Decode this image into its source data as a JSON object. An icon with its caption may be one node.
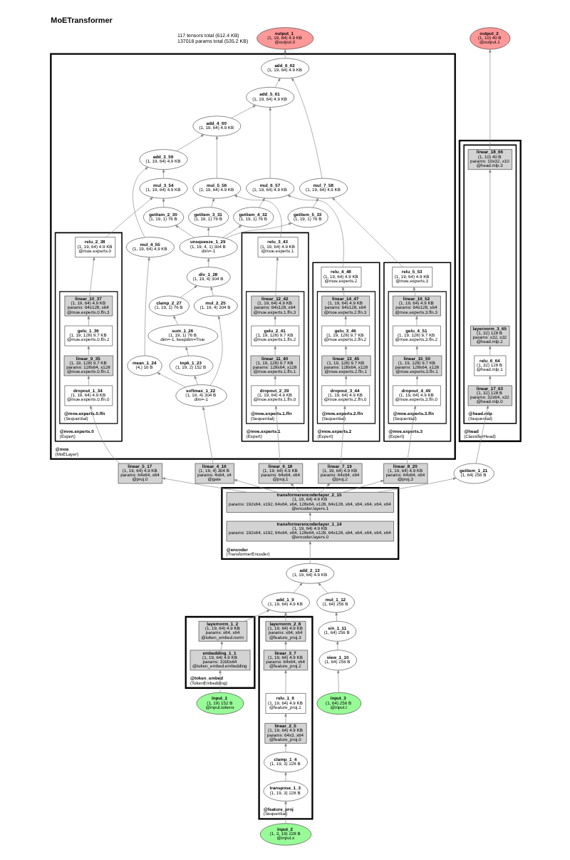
{
  "diagram": {
    "title": "MoETransformer",
    "nodes": [
      {
        "text": [
          "output_2",
          "(1, 10) 40 B",
          "@output.1"
        ]
      },
      {
        "text": [
          "output_1",
          "(1, 19, 64) 4.9 KB",
          "@output.0"
        ]
      },
      {
        "text": [
          "@moe",
          "(MoELayer)"
        ]
      },
      {
        "text": [
          "add_6_62",
          "(1, 19, 64) 4.9 KB"
        ],
        "in": 2
      },
      {
        "text": [
          "add_5_61",
          "(1, 19, 64) 4.9 KB"
        ],
        "in": 2
      },
      {
        "text": [
          "add_4_60",
          "(1, 19, 64) 4.9 KB"
        ],
        "in": 2
      },
      {
        "text": [
          "add_3_59",
          "(1, 19, 64) 4.9 KB"
        ],
        "in": 2
      },
      {
        "text": [
          "mul_3_54",
          "(1, 19, 64) 4.9 KB"
        ],
        "in": 2
      },
      {
        "text": [
          "mul_4_55",
          "(1, 19, 64) 4.9 KB"
        ],
        "in": 2
      },
      {
        "text": [
          "mul_5_56",
          "(1, 19, 64) 4.9 KB"
        ],
        "in": 2
      },
      {
        "text": [
          "mul_6_57",
          "(1, 19, 64) 4.9 KB"
        ],
        "in": 2
      },
      {
        "text": [
          "mul_7_58",
          "(1, 19, 64) 4.9 KB"
        ],
        "in": 2
      },
      {
        "text": [
          "getitem_2_30",
          "(1, 19, 1) 76 B"
        ],
        "in": 2
      },
      {
        "text": [
          "getitem_3_31",
          "(1, 19, 1) 76 B"
        ],
        "in": 2
      },
      {
        "text": [
          "getitem_4_32",
          "(1, 19, 1) 76 B"
        ],
        "in": 2
      },
      {
        "text": [
          "getitem_5_33",
          "(1, 19, 1) 76 B"
        ],
        "in": 2
      },
      {
        "text": [
          "@moe.experts.0",
          "(Expert)"
        ],
        "in": 2
      },
      {
        "text": [
          "relu_2_38",
          "(1, 19, 64) 4.9 KB",
          "@moe.experts.0"
        ],
        "in": 16
      },
      {
        "text": [
          "@moe.experts.0.ffn",
          "(Sequential)"
        ],
        "in": 16
      },
      {
        "text": [
          "linear_10_37",
          "(1, 19, 64) 4.9 KB",
          "params: 64x128, x64",
          "@moe.experts.0.ffn.3"
        ],
        "in": 18
      },
      {
        "text": [
          "gelu_1_36",
          "(1, 19, 128) 9.7 KB",
          "@moe.experts.0.ffn.2"
        ],
        "in": 18
      },
      {
        "text": [
          "linear_9_35",
          "(1, 19, 128) 9.7 KB",
          "params: 128x64, x128",
          "@moe.experts.0.ffn.1"
        ],
        "in": 18
      },
      {
        "text": [
          "dropout_1_34",
          "(1, 19, 64) 4.9 KB",
          "@moe.experts.0.ffn.0"
        ],
        "in": 18
      },
      {
        "text": [
          "@moe.experts.1",
          "(Expert)"
        ],
        "in": 2
      },
      {
        "text": [
          "relu_3_43",
          "(1, 19, 64) 4.9 KB",
          "@moe.experts.1"
        ],
        "in": 23
      },
      {
        "text": [
          "@moe.experts.1.ffn",
          "(Sequential)"
        ],
        "in": 23
      },
      {
        "text": [
          "linear_12_42",
          "(1, 19, 64) 4.9 KB",
          "params: 64x128, x64",
          "@moe.experts.1.ffn.3"
        ],
        "in": 25
      },
      {
        "text": [
          "gelu_2_41",
          "(1, 19, 128) 9.7 KB",
          "@moe.experts.1.ffn.2"
        ],
        "in": 25
      },
      {
        "text": [
          "linear_11_40",
          "(1, 19, 128) 9.7 KB",
          "params: 128x64, x128",
          "@moe.experts.1.ffn.1"
        ],
        "in": 25
      },
      {
        "text": [
          "dropout_2_39",
          "(1, 19, 64) 4.9 KB",
          "@moe.experts.1.ffn.0"
        ],
        "in": 25
      },
      {
        "text": [
          "@moe.experts.2",
          "(Expert)"
        ],
        "in": 2
      },
      {
        "text": [
          "relu_4_48",
          "(1, 19, 64) 4.9 KB",
          "@moe.experts.2"
        ],
        "in": 30
      },
      {
        "text": [
          "@moe.experts.2.ffn",
          "(Sequential)"
        ],
        "in": 30
      },
      {
        "text": [
          "linear_14_47",
          "(1, 19, 64) 4.9 KB",
          "params: 64x128, x64",
          "@moe.experts.2.ffn.3"
        ],
        "in": 32
      },
      {
        "text": [
          "gelu_3_46",
          "(1, 19, 128) 9.7 KB",
          "@moe.experts.2.ffn.2"
        ],
        "in": 32
      },
      {
        "text": [
          "linear_13_45",
          "(1, 19, 128) 9.7 KB",
          "params: 128x64, x128",
          "@moe.experts.2.ffn.1"
        ],
        "in": 32
      },
      {
        "text": [
          "dropout_3_44",
          "(1, 19, 64) 4.9 KB",
          "@moe.experts.2.ffn.0"
        ],
        "in": 32
      },
      {
        "text": [
          "@moe.experts.3",
          "(Expert)"
        ],
        "in": 2
      },
      {
        "text": [
          "relu_5_53",
          "(1, 19, 64) 4.9 KB",
          "@moe.experts.3"
        ],
        "in": 37
      },
      {
        "text": [
          "@moe.experts.3.ffn",
          "(Sequential)"
        ],
        "in": 37
      },
      {
        "text": [
          "linear_16_52",
          "(1, 19, 64) 4.9 KB",
          "params: 64x128, x64",
          "@moe.experts.3.ffn.3"
        ],
        "in": 39
      },
      {
        "text": [
          "gelu_4_51",
          "(1, 19, 128) 9.7 KB",
          "@moe.experts.3.ffn.2"
        ],
        "in": 39
      },
      {
        "text": [
          "linear_15_50",
          "(1, 19, 128) 9.7 KB",
          "params: 128x64, x128",
          "@moe.experts.3.ffn.1"
        ],
        "in": 39
      },
      {
        "text": [
          "dropout_4_49",
          "(1, 19, 64) 4.9 KB",
          "@moe.experts.3.ffn.0"
        ],
        "in": 39
      },
      {
        "text": [
          "unsqueeze_1_29",
          "(1, 19, 4, 1) 304 B",
          "dim=-1"
        ],
        "in": 2
      },
      {
        "text": [
          "div_1_28",
          "(1, 19, 4) 304 B"
        ],
        "in": 2
      },
      {
        "text": [
          "clamp_2_27",
          "(1, 19, 1) 76 B"
        ],
        "in": 2
      },
      {
        "text": [
          "sum_1_26",
          "(1, 19, 1) 76 B",
          "dim=-1, keepdim=True"
        ],
        "in": 2
      },
      {
        "text": [
          "mul_2_25",
          "(1, 19, 4) 304 B"
        ],
        "in": 2
      },
      {
        "text": [
          "topk_1_23",
          "(1, 19, 2) 152 B"
        ],
        "in": 2
      },
      {
        "text": [
          "mean_1_24",
          "(4,) 16 B"
        ],
        "in": 2
      },
      {
        "text": [
          "softmax_1_22",
          "(1, 19, 4) 304 B",
          "dim=-1"
        ],
        "in": 2
      },
      {
        "text": [
          "@head",
          "(ClassifierHead)"
        ]
      },
      {
        "text": [
          "@head.mlp",
          "(Sequential)"
        ],
        "in": 52
      },
      {
        "text": [
          "linear_18_66",
          "(1, 10) 40 B",
          "params: 10x32, x10",
          "@head.mlp.3"
        ],
        "in": 53
      },
      {
        "text": [
          "layernorm_3_65",
          "(1, 32) 128 B",
          "params: x32, x32",
          "@head.mlp.2"
        ],
        "in": 53
      },
      {
        "text": [
          "relu_6_64",
          "(1, 32) 128 B",
          "@head.mlp.1"
        ],
        "in": 53
      },
      {
        "text": [
          "linear_17_63",
          "(1, 32) 128 B",
          "params: 32x64, x32",
          "@head.mlp.0"
        ],
        "in": 53
      },
      {
        "text": [
          "linear_4_16",
          "(1, 19, 4) 304 B",
          "params: 4x64, x4",
          "@gate"
        ]
      },
      {
        "text": [
          "linear_5_17",
          "(1, 19, 64) 4.9 KB",
          "params: 64x64, x64",
          "@proj.0"
        ]
      },
      {
        "text": [
          "linear_6_18",
          "(1, 19, 64) 4.9 KB",
          "params: 64x64, x64",
          "@proj.1"
        ]
      },
      {
        "text": [
          "linear_7_19",
          "(1, 19, 64) 4.9 KB",
          "params: 64x64, x64",
          "@proj.2"
        ]
      },
      {
        "text": [
          "linear_8_20",
          "(1, 19, 64) 4.9 KB",
          "params: 64x64, x64",
          "@proj.3"
        ]
      },
      {
        "text": [
          "getitem_1_21",
          "(1, 64) 256 B"
        ]
      },
      {
        "text": [
          "@encoder",
          "(TransformerEncoder)"
        ]
      },
      {
        "text": [
          "transformerencoderlayer_2_15",
          "(1, 19, 64) 4.9 KB",
          "params: 192x64, x192, 64x64, x64, 128x64, x128, 64x128, x64, x64, x64, x64, x64",
          "@encoder.layers.1"
        ],
        "in": 64
      },
      {
        "text": [
          "transformerencoderlayer_1_14",
          "(1, 19, 64) 4.9 KB",
          "params: 192x64, x192, 64x64, x64, 128x64, x128, 64x128, x64, x64, x64, x64, x64",
          "@encoder.layers.0"
        ],
        "in": 64
      },
      {
        "text": [
          "add_2_13",
          "(1, 19, 64) 4.9 KB"
        ]
      },
      {
        "text": [
          "add_1_9",
          "(1, 19, 64) 4.9 KB"
        ]
      },
      {
        "text": [
          "mul_1_12",
          "(1, 64) 256 B"
        ]
      },
      {
        "text": [
          "sin_1_11",
          "(1, 64) 256 B"
        ]
      },
      {
        "text": [
          "view_1_10",
          "(1, 64) 256 B"
        ]
      },
      {
        "text": [
          "@token_embed",
          "(TokenEmbedding)"
        ]
      },
      {
        "text": [
          "layernorm_1_2",
          "(1, 19, 64) 4.9 KB",
          "params: x64, x64",
          "@token_embed.norm"
        ],
        "in": 72
      },
      {
        "text": [
          "embedding_1_1",
          "(1, 19, 64) 4.9 KB",
          "params: 1000x64",
          "@token_embed.embedding"
        ],
        "in": 72
      },
      {
        "text": [
          "input_3",
          "(1, 64) 256 B",
          "@input.t"
        ]
      },
      {
        "text": [
          "input_1",
          "(1, 19) 152 B",
          "@input.tokens"
        ]
      },
      {
        "text": [
          "@feature_proj",
          "(Sequential)"
        ]
      },
      {
        "text": [
          "layernorm_2_8",
          "(1, 19, 64) 4.9 KB",
          "params: x64, x64",
          "@feature_proj.3"
        ],
        "in": 77
      },
      {
        "text": [
          "linear_3_7",
          "(1, 19, 64) 4.9 KB",
          "params: 64x64, x64",
          "@feature_proj.2"
        ],
        "in": 77
      },
      {
        "text": [
          "relu_1_6",
          "(1, 19, 64) 4.9 KB",
          "@feature_proj.1"
        ],
        "in": 77
      },
      {
        "text": [
          "linear_2_5",
          "(1, 19, 64) 4.9 KB",
          "params: 64x3, x64",
          "@feature_proj.0"
        ],
        "in": 77
      },
      {
        "text": [
          "clamp_1_4",
          "(1, 19, 3) 228 B"
        ],
        "in": 77
      },
      {
        "text": [
          "transpose_1_3",
          "(1, 19, 3) 228 B"
        ],
        "in": 77
      },
      {
        "text": [
          "input_2",
          "(1, 3, 19) 228 B",
          "@input.x"
        ]
      }
    ],
    "edges": [
      {
        "from": 76,
        "to": 74,
        "arrow": "to"
      },
      {
        "from": 74,
        "to": 73,
        "arrow": "to"
      },
      {
        "from": 73,
        "to": 68,
        "arrow": "to"
      },
      {
        "from": 84,
        "to": 83,
        "arrow": "to"
      },
      {
        "from": 83,
        "to": 82,
        "arrow": "to"
      },
      {
        "from": 82,
        "to": 81,
        "arrow": "to"
      },
      {
        "from": 81,
        "to": 80,
        "arrow": "to"
      },
      {
        "from": 80,
        "to": 79,
        "arrow": "to"
      },
      {
        "from": 79,
        "to": 78,
        "arrow": "to"
      },
      {
        "from": 78,
        "to": 68,
        "arrow": "to"
      },
      {
        "from": 75,
        "to": 71,
        "arrow": "to"
      },
      {
        "from": 71,
        "to": 70,
        "arrow": "to"
      },
      {
        "from": 70,
        "to": 69,
        "arrow": "to"
      },
      {
        "from": 69,
        "to": 67,
        "arrow": "to"
      },
      {
        "from": 68,
        "to": 67,
        "arrow": "to"
      },
      {
        "from": 67,
        "to": 66,
        "arrow": "to"
      },
      {
        "from": 66,
        "to": 65,
        "arrow": "to"
      },
      {
        "from": 65,
        "to": 58,
        "arrow": "to"
      },
      {
        "from": 65,
        "to": 59,
        "arrow": "to"
      },
      {
        "from": 65,
        "to": 60,
        "arrow": "to"
      },
      {
        "from": 65,
        "to": 61,
        "arrow": "to"
      },
      {
        "from": 65,
        "to": 62,
        "arrow": "to"
      },
      {
        "from": 65,
        "to": 63,
        "arrow": "to"
      },
      {
        "from": 63,
        "to": 57,
        "arrow": "to"
      },
      {
        "from": 57,
        "to": 56,
        "arrow": "to"
      },
      {
        "from": 56,
        "to": 55,
        "arrow": "to"
      },
      {
        "from": 55,
        "to": 54,
        "arrow": "to"
      },
      {
        "from": 54,
        "to": 0,
        "arrow": "to"
      },
      {
        "from": 58,
        "to": 51,
        "arrow": "to"
      },
      {
        "from": 51,
        "to": 48,
        "arrow": "to"
      },
      {
        "from": 51,
        "to": 49,
        "arrow": "to"
      },
      {
        "from": 51,
        "to": 50,
        "arrow": "to"
      },
      {
        "from": 49,
        "to": 47,
        "arrow": "to"
      },
      {
        "from": 47,
        "to": 46,
        "arrow": "to"
      },
      {
        "from": 46,
        "to": 45,
        "arrow": "to"
      },
      {
        "from": 48,
        "to": 45,
        "arrow": "to"
      },
      {
        "from": 45,
        "to": 44,
        "arrow": "to"
      },
      {
        "from": 44,
        "to": 12,
        "arrow": "to"
      },
      {
        "from": 44,
        "to": 13,
        "arrow": "to"
      },
      {
        "from": 44,
        "to": 14,
        "arrow": "to"
      },
      {
        "from": 44,
        "to": 15,
        "arrow": "to"
      },
      {
        "from": 59,
        "to": 22,
        "arrow": "to"
      },
      {
        "from": 22,
        "to": 21,
        "arrow": "to"
      },
      {
        "from": 21,
        "to": 20,
        "arrow": "to"
      },
      {
        "from": 20,
        "to": 19,
        "arrow": "to"
      },
      {
        "from": 19,
        "to": 17,
        "arrow": "to"
      },
      {
        "from": 60,
        "to": 29,
        "arrow": "to"
      },
      {
        "from": 29,
        "to": 28,
        "arrow": "to"
      },
      {
        "from": 28,
        "to": 27,
        "arrow": "to"
      },
      {
        "from": 27,
        "to": 26,
        "arrow": "to"
      },
      {
        "from": 26,
        "to": 24,
        "arrow": "to"
      },
      {
        "from": 61,
        "to": 36,
        "arrow": "to"
      },
      {
        "from": 36,
        "to": 35,
        "arrow": "to"
      },
      {
        "from": 35,
        "to": 34,
        "arrow": "to"
      },
      {
        "from": 34,
        "to": 33,
        "arrow": "to"
      },
      {
        "from": 33,
        "to": 31,
        "arrow": "to"
      },
      {
        "from": 62,
        "to": 43,
        "arrow": "to"
      },
      {
        "from": 43,
        "to": 42,
        "arrow": "to"
      },
      {
        "from": 42,
        "to": 41,
        "arrow": "to"
      },
      {
        "from": 41,
        "to": 40,
        "arrow": "to"
      },
      {
        "from": 40,
        "to": 38,
        "arrow": "to"
      },
      {
        "from": 12,
        "to": 7,
        "arrow": "to"
      },
      {
        "from": 17,
        "to": 7,
        "arrow": "to"
      },
      {
        "from": 50,
        "to": 8,
        "arrow": "to"
      },
      {
        "from": 13,
        "to": 9,
        "arrow": "to"
      },
      {
        "from": 24,
        "to": 9,
        "arrow": "to"
      },
      {
        "from": 14,
        "to": 10,
        "arrow": "to"
      },
      {
        "from": 31,
        "to": 10,
        "arrow": "to"
      },
      {
        "from": 15,
        "to": 11,
        "arrow": "to"
      },
      {
        "from": 38,
        "to": 11,
        "arrow": "to"
      },
      {
        "from": 7,
        "to": 6,
        "arrow": "to"
      },
      {
        "from": 8,
        "to": 6,
        "arrow": "to"
      },
      {
        "from": 6,
        "to": 5,
        "arrow": "to"
      },
      {
        "from": 9,
        "to": 5,
        "arrow": "to"
      },
      {
        "from": 5,
        "to": 4,
        "arrow": "to"
      },
      {
        "from": 10,
        "to": 4,
        "arrow": "to"
      },
      {
        "from": 4,
        "to": 3,
        "arrow": "to"
      },
      {
        "from": 11,
        "to": 3,
        "arrow": "to"
      },
      {
        "from": 3,
        "to": 1,
        "arrow": "to"
      }
    ],
    "labels": [
      "117 tensors total (612.4 KB)",
      "137018 params total (535.2 KB)"
    ]
  }
}
